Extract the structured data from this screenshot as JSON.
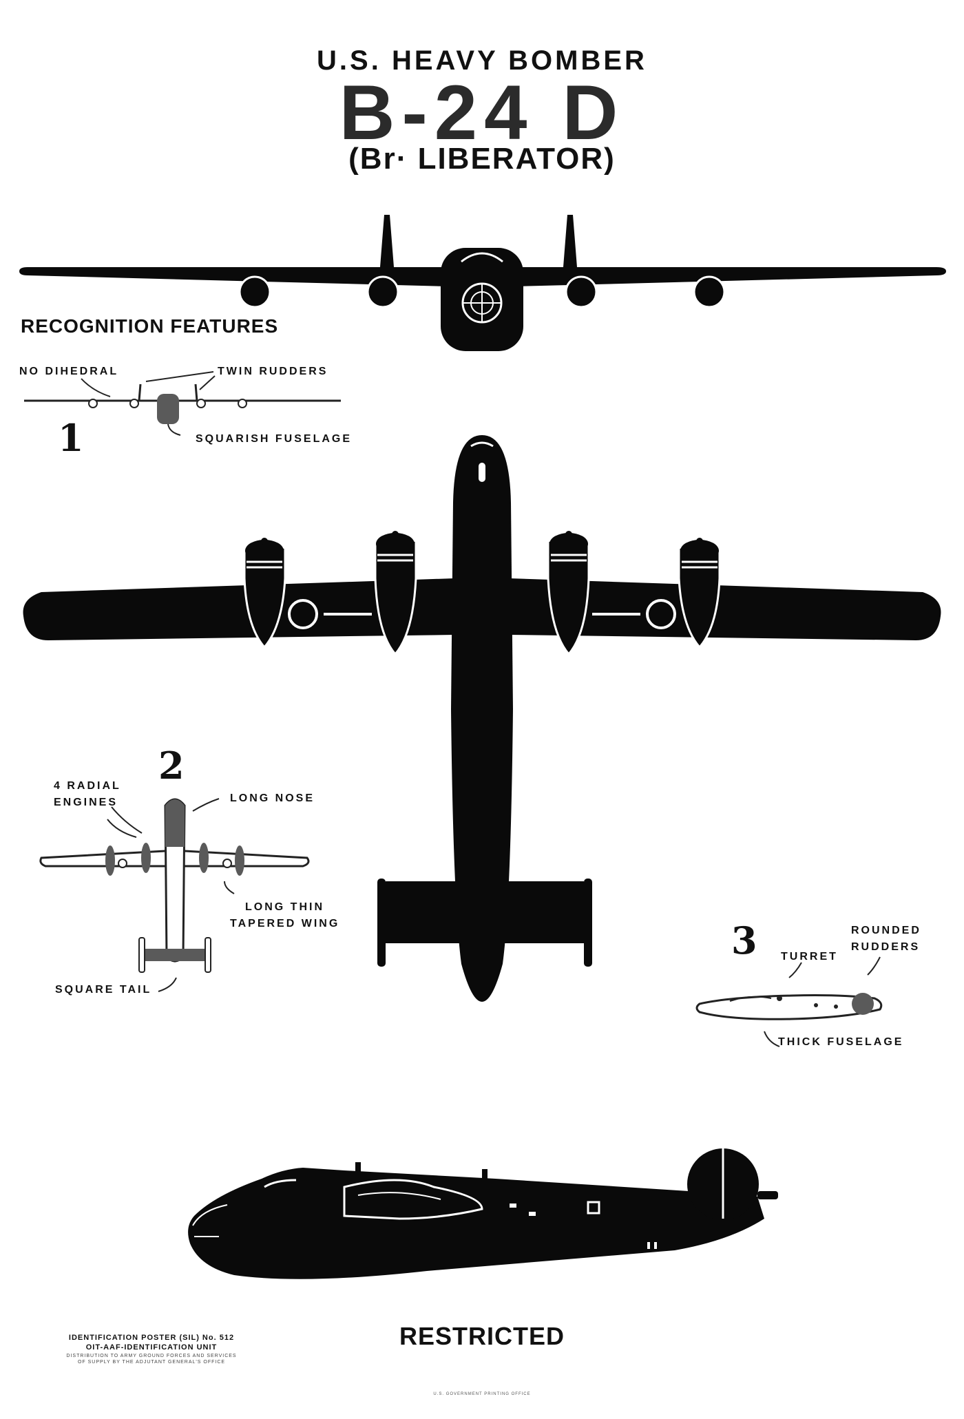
{
  "header": {
    "subtitle": "U.S. HEAVY BOMBER",
    "model": "B-24 D",
    "british_name": "(Br· LIBERATOR)"
  },
  "recognition": {
    "heading": "RECOGNITION FEATURES",
    "view1": {
      "number": "1",
      "labels": [
        "NO DIHEDRAL",
        "TWIN RUDDERS",
        "SQUARISH FUSELAGE"
      ]
    },
    "view2": {
      "number": "2",
      "labels": [
        "4 RADIAL",
        "ENGINES",
        "LONG NOSE",
        "LONG THIN",
        "TAPERED WING",
        "SQUARE TAIL"
      ]
    },
    "view3": {
      "number": "3",
      "labels": [
        "ROUNDED",
        "RUDDERS",
        "TURRET",
        "THICK FUSELAGE"
      ]
    }
  },
  "footer": {
    "restricted": "RESTRICTED",
    "poster_line1": "IDENTIFICATION POSTER (SIL) No. 512",
    "poster_line2": "OIT-AAF-IDENTIFICATION UNIT",
    "poster_line3": "DISTRIBUTION TO ARMY GROUND FORCES AND SERVICES",
    "poster_line4": "OF SUPPLY BY THE ADJUTANT GENERAL'S OFFICE",
    "printer": "U.S. GOVERNMENT PRINTING OFFICE"
  },
  "colors": {
    "silhouette": "#0a0a0a",
    "highlight": "#5a5a5a",
    "paper": "#ffffff"
  }
}
